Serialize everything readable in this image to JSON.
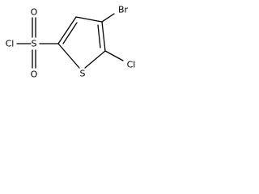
{
  "molecule": {
    "atoms": {
      "chlorine_sulfonyl": "Cl",
      "sulfur_sulfonyl": "S",
      "oxygen_top": "O",
      "oxygen_bottom": "O",
      "sulfur_ring": "S",
      "bromine": "Br",
      "chlorine_ring": "Cl"
    }
  }
}
